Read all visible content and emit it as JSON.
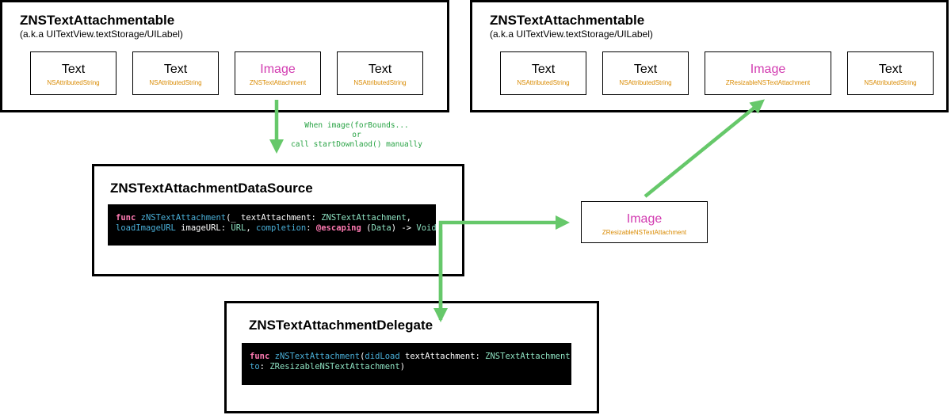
{
  "attachmentable_left": {
    "title": "ZNSTextAttachmentable",
    "subtitle": "(a.k.a UITextView.textStorage/UILabel)",
    "items": [
      {
        "label": "Text",
        "sublabel": "NSAttributedString"
      },
      {
        "label": "Text",
        "sublabel": "NSAttributedString"
      },
      {
        "label": "Image",
        "sublabel": "ZNSTextAttachment"
      },
      {
        "label": "Text",
        "sublabel": "NSAttributedString"
      }
    ]
  },
  "attachmentable_right": {
    "title": "ZNSTextAttachmentable",
    "subtitle": "(a.k.a UITextView.textStorage/UILabel)",
    "items": [
      {
        "label": "Text",
        "sublabel": "NSAttributedString"
      },
      {
        "label": "Text",
        "sublabel": "NSAttributedString"
      },
      {
        "label": "Image",
        "sublabel": "ZResizableNSTextAttachment"
      },
      {
        "label": "Text",
        "sublabel": "NSAttributedString"
      }
    ]
  },
  "download_note": {
    "line1": "When image(forBounds...",
    "line2": "or",
    "line3": "call startDownlaod() manually"
  },
  "data_source": {
    "title": "ZNSTextAttachmentDataSource",
    "code": {
      "kw_func": "func",
      "fn_name": "zNSTextAttachment",
      "p1": "(_ textAttachment: ",
      "t1": "ZNSTextAttachment",
      "p2": ",",
      "lb_load": "loadImageURL",
      "p3": " imageURL: ",
      "t2": "URL",
      "p4": ", ",
      "lb_completion": "completion",
      "p5": ": ",
      "kw_escaping": "@escaping",
      "p6": " (",
      "t3": "Data",
      "p7": ") -> ",
      "t4": "Void",
      "p8": ")"
    }
  },
  "resized_image": {
    "label": "Image",
    "sublabel": "ZResizableNSTextAttachment"
  },
  "delegate": {
    "title": "ZNSTextAttachmentDelegate",
    "code": {
      "kw_func": "func",
      "fn_name": "zNSTextAttachment",
      "p1": "(",
      "lb_didload": "didLoad",
      "p2": " textAttachment: ",
      "t1": "ZNSTextAttachment",
      "p3": ",",
      "lb_to": "to",
      "p4": ": ",
      "t2": "ZResizableNSTextAttachment",
      "p5": ")"
    }
  },
  "colors": {
    "arrow": "#66c86a",
    "image_label": "#d23ab0",
    "sublabel": "#d98a00",
    "keyword": "#ff7ab2",
    "function": "#4ab0d9",
    "type": "#8de0c0"
  }
}
